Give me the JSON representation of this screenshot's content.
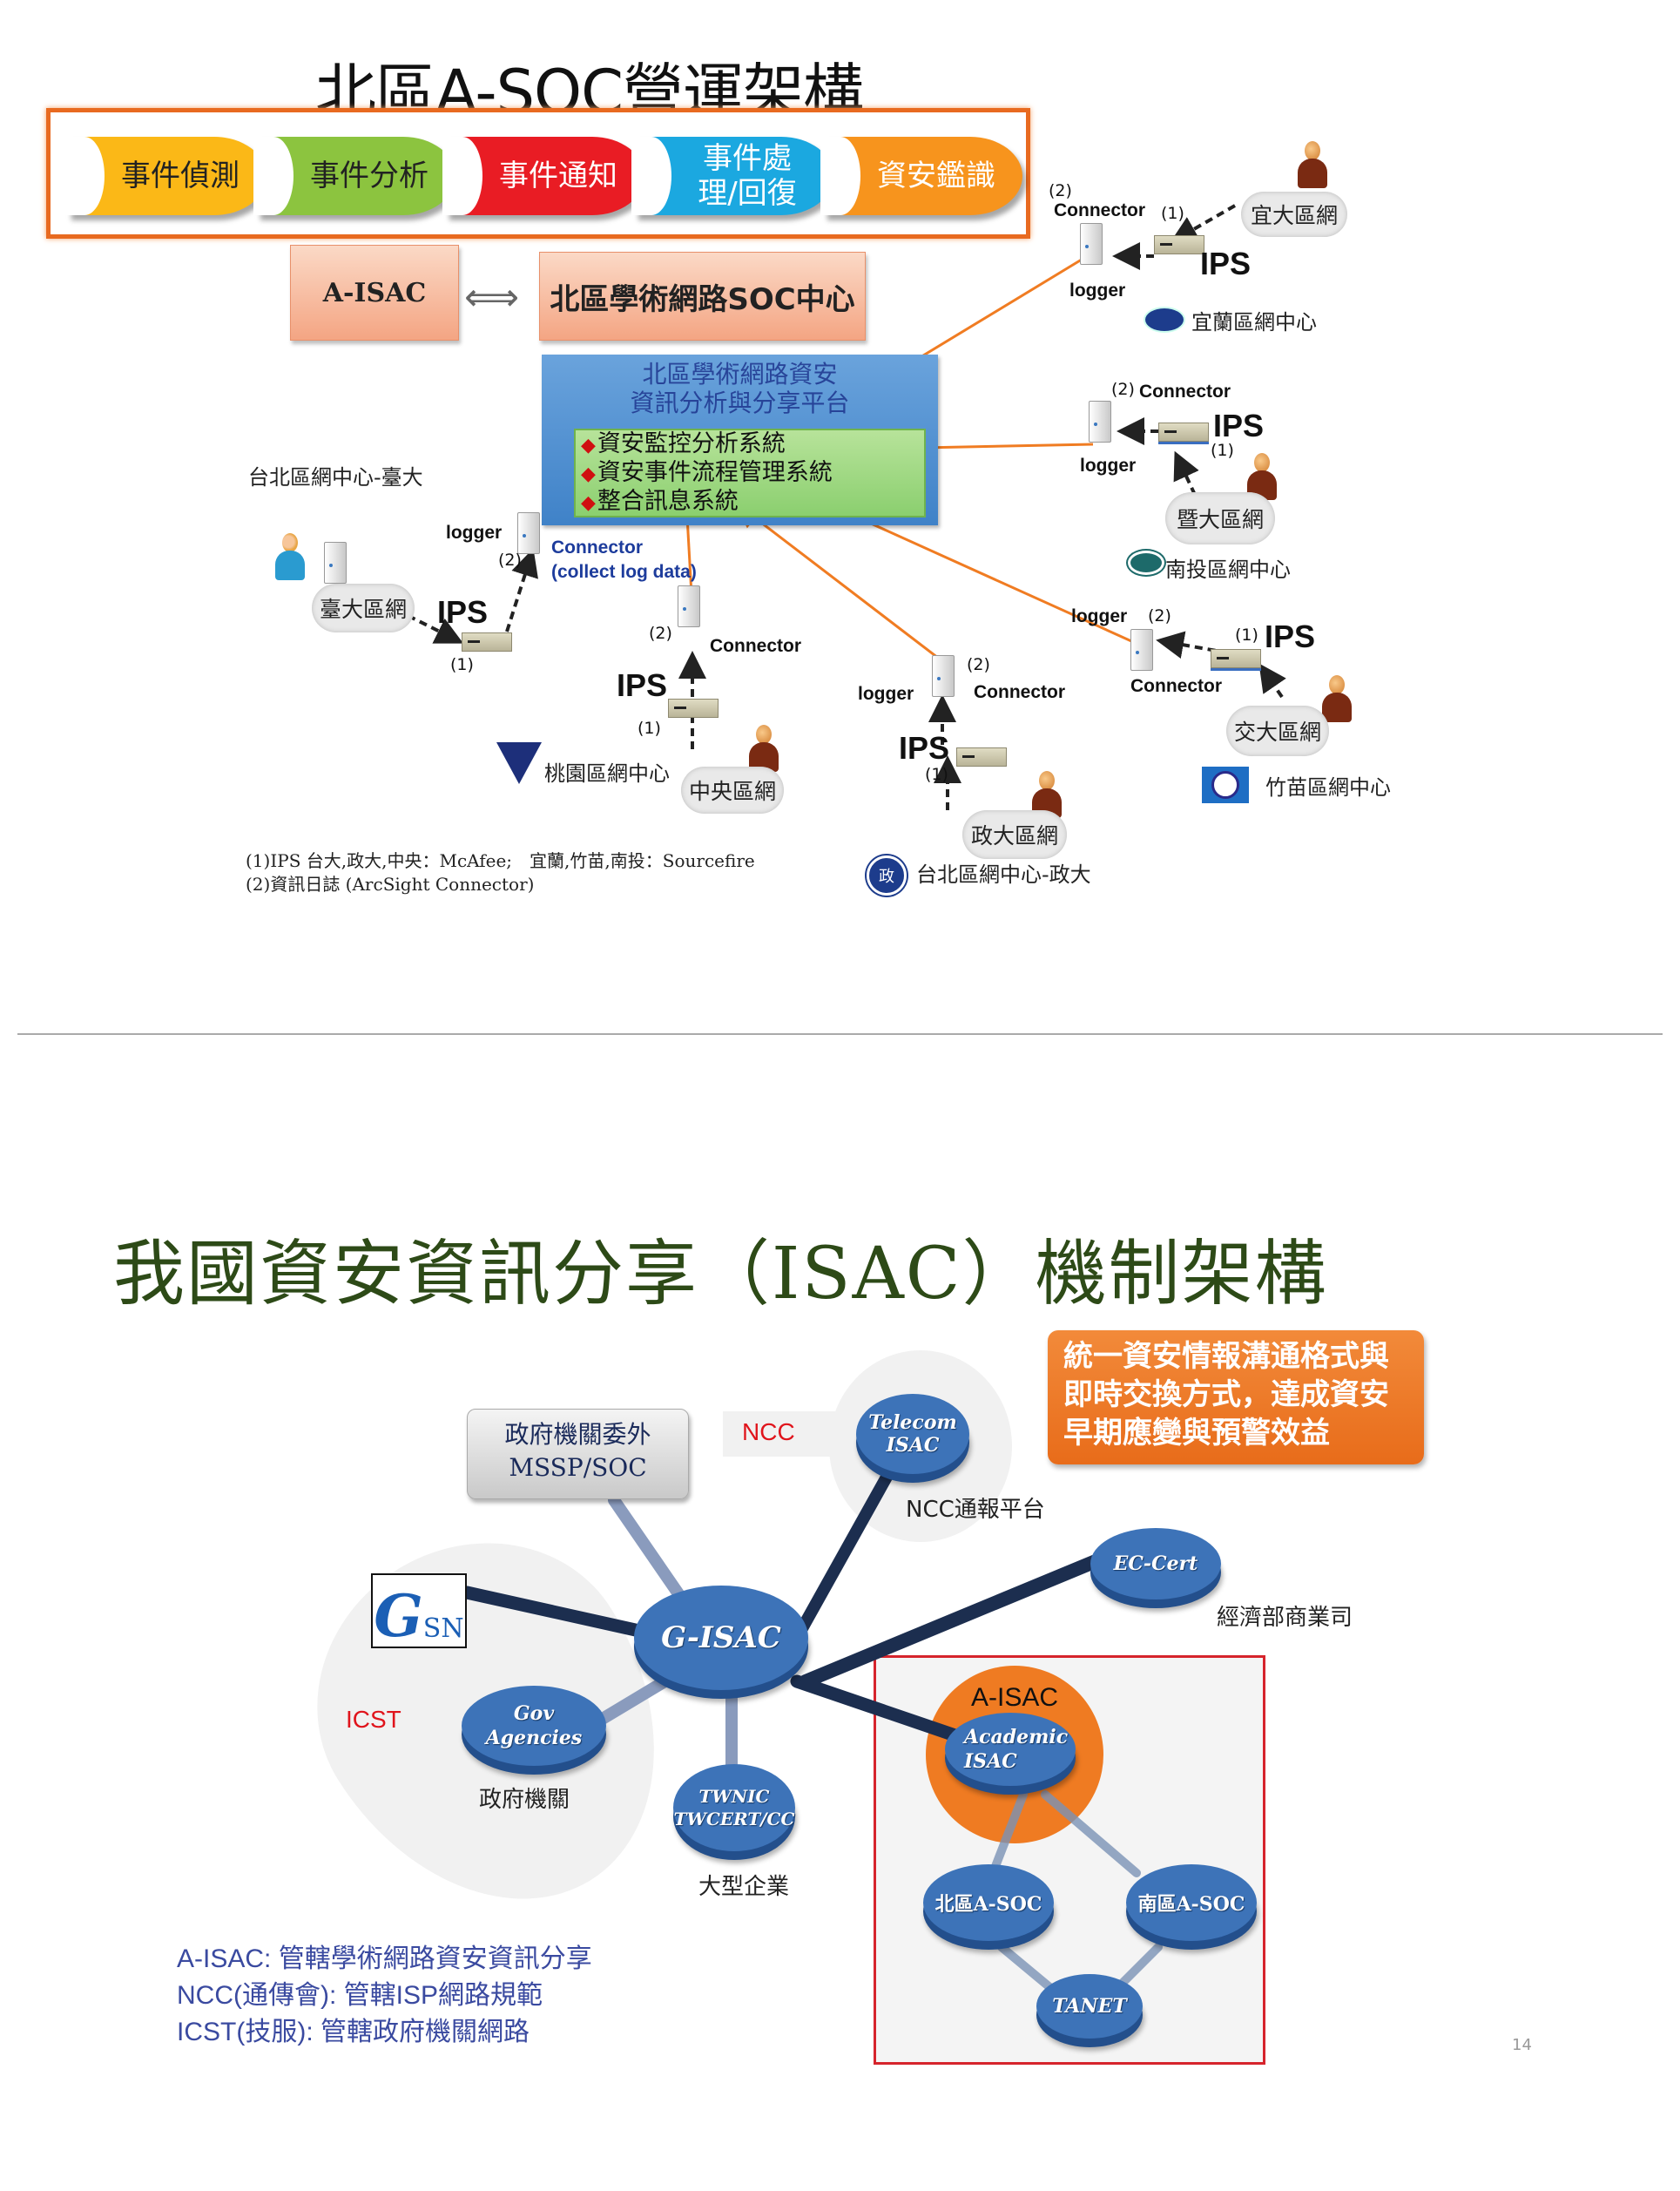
{
  "slide1": {
    "title": "北區A-SOC營運架構",
    "phases": [
      {
        "label": "事件偵測",
        "color": "#fbb817",
        "text_color": "#222222"
      },
      {
        "label": "事件分析",
        "color": "#8cc43f",
        "text_color": "#222222"
      },
      {
        "label": "事件通知",
        "color": "#e91c24",
        "text_color": "#ffffff"
      },
      {
        "label": "事件處理/回復",
        "color": "#1ba8e0",
        "text_color": "#ffffff"
      },
      {
        "label": "資安鑑識",
        "color": "#f7941d",
        "text_color": "#ffffff"
      }
    ],
    "aisac_label": "A-ISAC",
    "arrow_glyph": "⟺",
    "soc_center_label": "北區學術網路SOC中心",
    "platform": {
      "title_line1": "北區學術網路資安",
      "title_line2": "資訊分析與分享平台",
      "items": [
        "資安監控分析系統",
        "資安事件流程管理系統",
        "整合訊息系統"
      ],
      "bullet": "◆"
    },
    "regions": [
      {
        "id": "taida",
        "center_label": "台北區網中心-臺大",
        "network_label": "臺大區網",
        "ips": "IPS",
        "ips_num": "(1)",
        "logger": "logger",
        "logger_num": "(2)",
        "connector": "Connector",
        "connector_note": "(collect log data)"
      },
      {
        "id": "taoyuan",
        "center_label": "桃園區網中心",
        "network_label": "中央區網",
        "ips": "IPS",
        "ips_num": "(1)",
        "connector": "Connector",
        "connector_num": "(2)"
      },
      {
        "id": "zhengda",
        "center_label": "台北區網中心-政大",
        "network_label": "政大區網",
        "ips": "IPS",
        "ips_num": "(1)",
        "logger": "logger",
        "connector": "Connector",
        "connector_num": "(2)"
      },
      {
        "id": "yilan",
        "center_label": "宜蘭區網中心",
        "network_label": "宜大區網",
        "ips": "IPS",
        "ips_num": "(1)",
        "logger": "logger",
        "connector": "Connector",
        "connector_num": "(2)"
      },
      {
        "id": "nantou",
        "center_label": "南投區網中心",
        "network_label": "暨大區網",
        "ips": "IPS",
        "ips_num": "(1)",
        "logger": "logger",
        "connector": "Connector",
        "connector_num": "(2)"
      },
      {
        "id": "zhumiao",
        "center_label": "竹苗區網中心",
        "network_label": "交大區網",
        "ips": "IPS",
        "ips_num": "(1)",
        "logger": "logger",
        "logger_num": "(2)",
        "connector": "Connector"
      }
    ],
    "legend": [
      "(1)IPS 台大,政大,中央：McAfee;　宜蘭,竹苗,南投：Sourcefire",
      "(2)資訊日誌 (ArcSight Connector)"
    ]
  },
  "slide2": {
    "title": "我國資安資訊分享（ISAC）機制架構",
    "callout": [
      "統一資安情報溝通格式與",
      "即時交換方式，達成資安",
      "早期應變與預警效益"
    ],
    "mssp": [
      "政府機關委外",
      "MSSP/SOC"
    ],
    "ncc_label": "NCC",
    "icst_label": "ICST",
    "nodes": {
      "gisac": "G-ISAC",
      "telecom": [
        "Telecom",
        "ISAC"
      ],
      "eccert": "EC-Cert",
      "gov": [
        "Gov",
        "Agencies"
      ],
      "twnic": [
        "TWNIC",
        "TWCERT/CC"
      ],
      "academic": [
        "Academic",
        "ISAC"
      ],
      "north_asoc": "北區A-SOC",
      "south_asoc": "南區A-SOC",
      "tanet": "TANET"
    },
    "captions": {
      "telecom": "NCC通報平台",
      "eccert": "經濟部商業司",
      "gov": "政府機關",
      "twnic": "大型企業"
    },
    "gsn_logo": {
      "g": "G",
      "sn": "SN"
    },
    "aisac_label": "A-ISAC",
    "notes": [
      "A-ISAC: 管轄學術網路資安資訊分享",
      "NCC(通傳會): 管轄ISP網路規範",
      "ICST(技服): 管轄政府機關網路"
    ],
    "page_number": "14"
  }
}
